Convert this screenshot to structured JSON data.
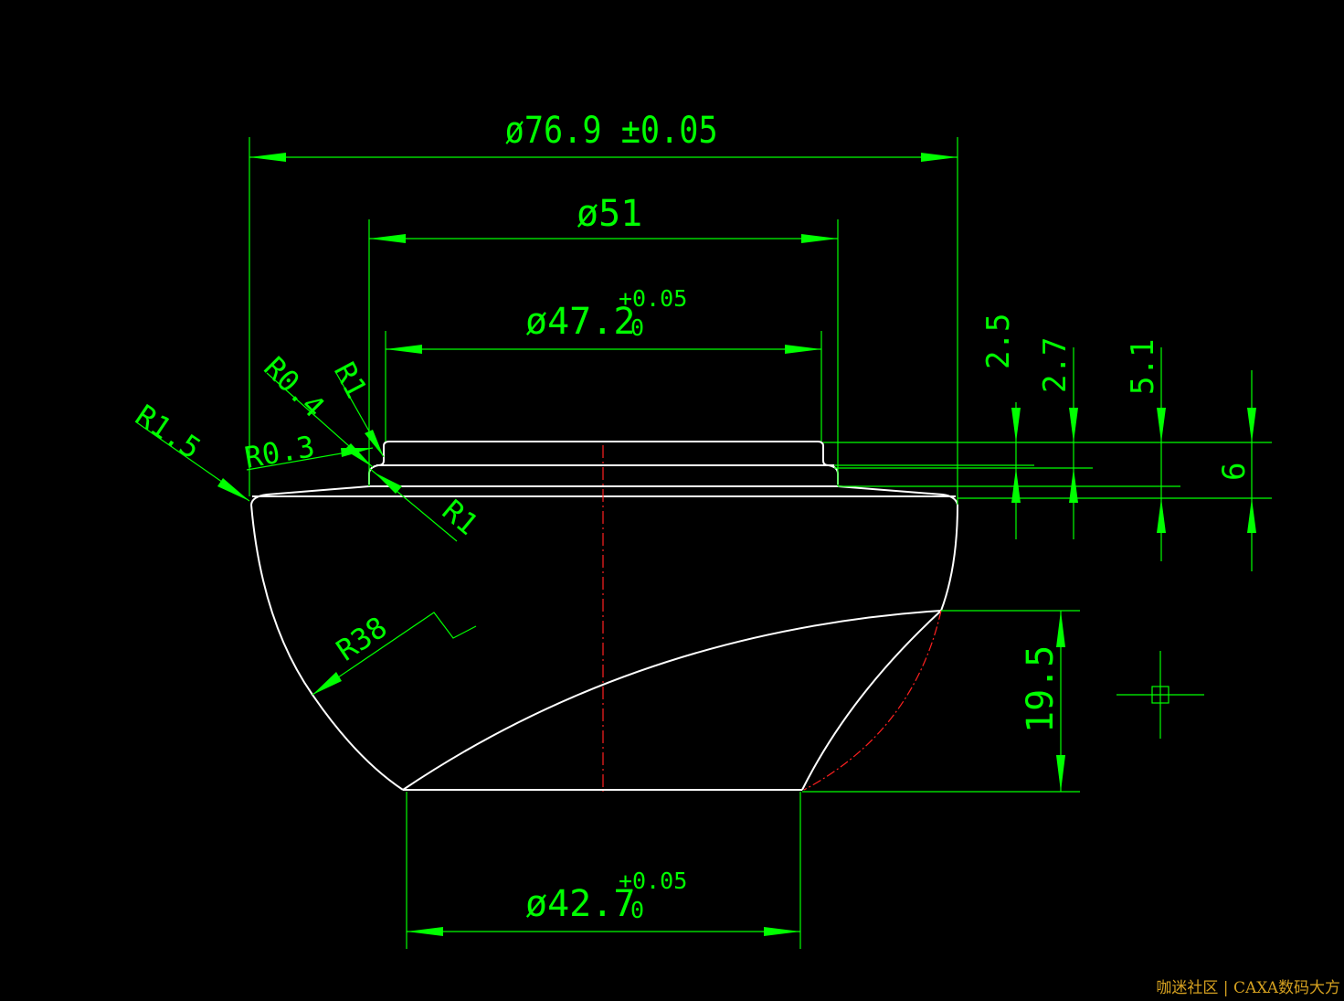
{
  "drawing": {
    "colors": {
      "background": "#000000",
      "dimension": "#00ff00",
      "outline": "#ffffff",
      "centerline": "#ff2020",
      "watermark": "#d4a020"
    },
    "dims": {
      "d_outer": "ø76.9 ±0.05",
      "d_51": "ø51",
      "d_47": "ø47.2",
      "d_47_tol_upper": "+0.05",
      "d_47_tol_lower": "0",
      "d_42": "ø42.7",
      "d_42_tol_upper": "+0.05",
      "d_42_tol_lower": "0",
      "h_2_5": "2.5",
      "h_2_7": "2.7",
      "h_5_1": "5.1",
      "h_6": "6",
      "h_19_5": "19.5",
      "r_1_5": "R1.5",
      "r_0_4": "R0.4",
      "r_1_top": "R1",
      "r_0_3": "R0.3",
      "r_1_bottom": "R1",
      "r_38": "R38"
    },
    "watermark": "咖迷社区 | CAXA数码大方"
  }
}
